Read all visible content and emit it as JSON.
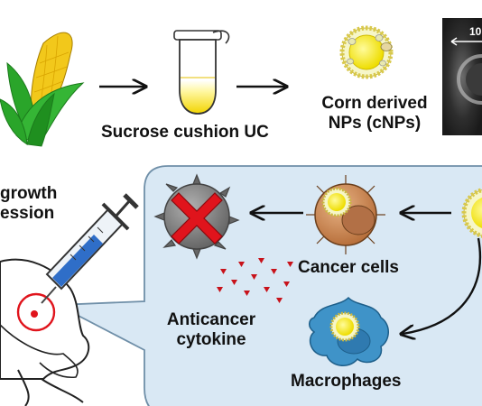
{
  "labels": {
    "step_uc": "Sucrose cushion UC",
    "np_line1": "Corn derived",
    "np_line2": "NPs (cNPs)",
    "scale_number": "10",
    "growth_line1": "growth",
    "growth_line2": "ession",
    "cancer_cells": "Cancer cells",
    "cytokine_line1": "Anticancer",
    "cytokine_line2": "cytokine",
    "macrophages": "Macrophages"
  },
  "colors": {
    "panel_fill": "#d9e8f4",
    "panel_stroke": "#6f8fa8",
    "np_shell": "#d8c84a",
    "np_core": "#f3f000",
    "cancer_cell": "#c98a55",
    "dead_cell": "#8a8a8a",
    "cross": "#e0141c",
    "cytokine": "#c8121a",
    "macrophage": "#3f93c8",
    "corn_leaf": "#28a028",
    "corn_kernel": "#f2c81b",
    "syringe_fluid": "#2f6ec8"
  },
  "icons": [
    "corn-icon",
    "tube-icon",
    "nanoparticle-icon",
    "tem-image",
    "dead-cell-icon",
    "cancer-cell-icon",
    "macrophage-icon",
    "mouse-icon",
    "syringe-icon"
  ]
}
